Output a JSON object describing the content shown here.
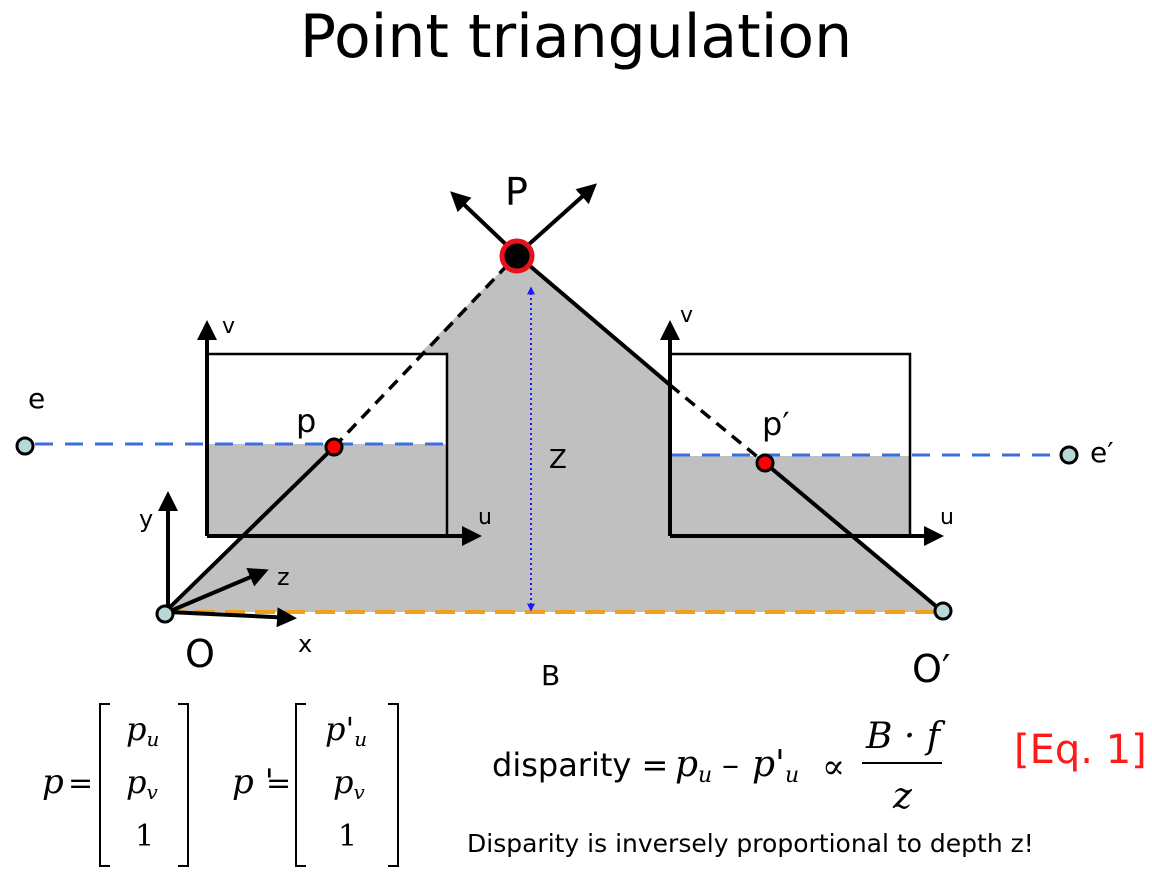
{
  "title": "Point triangulation",
  "diagram": {
    "point_P": "P",
    "left_camera": {
      "center": "O",
      "image_point": "p",
      "epipole": "e",
      "axis_u": "u",
      "axis_v": "v"
    },
    "right_camera": {
      "center": "O′",
      "image_point": "p′",
      "epipole": "e′",
      "axis_u": "u",
      "axis_v": "v"
    },
    "world_axes": {
      "x": "x",
      "y": "y",
      "z": "z"
    },
    "depth_label": "Z",
    "baseline_label": "B"
  },
  "equations": {
    "p_vector": {
      "lhs": "p",
      "eq": "=",
      "entries": [
        {
          "base": "p",
          "sub": "u"
        },
        {
          "base": "p",
          "sub": "v"
        },
        {
          "base": "1",
          "sub": ""
        }
      ]
    },
    "p_prime_vector": {
      "lhs": "p '",
      "eq": "=",
      "entries": [
        {
          "base": "p'",
          "sub": "u"
        },
        {
          "base": "p",
          "sub": "v"
        },
        {
          "base": "1",
          "sub": ""
        }
      ]
    },
    "disparity_label": "disparity =",
    "pu": "p",
    "pu_sub": "u",
    "minus": "–",
    "ppu": "p'",
    "ppu_sub": "u",
    "proportional": "∝",
    "numerator": "B · f",
    "denominator": "z",
    "eq_ref": "[Eq. 1]",
    "note": "Disparity is inversely proportional to depth z!"
  },
  "colors": {
    "point_fill": "#000000",
    "point_ring": "#e8121c",
    "image_point_fill": "#ff0000",
    "epipolar_line": "#3b6fe0",
    "baseline": "#f0a020",
    "depth_arrow": "#1a1aff",
    "triangle_fill": "#c0c0c0",
    "camera_center_fill": "#b8d8d8",
    "eq_ref": "#ff1a1a"
  }
}
